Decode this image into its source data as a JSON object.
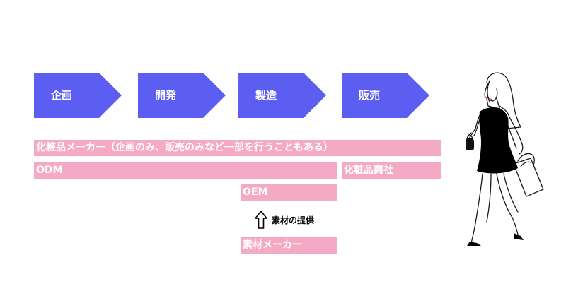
{
  "colors": {
    "stage": "#5b5ef0",
    "bar": "#f4a9c5",
    "bar_text": "#ffffff"
  },
  "stages": [
    {
      "label": "企画"
    },
    {
      "label": "開発"
    },
    {
      "label": "製造"
    },
    {
      "label": "販売"
    }
  ],
  "bars": {
    "cosmetics_maker": "化粧品メーカー（企画のみ、販売のみなど一部を行うこともある）",
    "odm": "ODM",
    "trading_company": "化粧品商社",
    "oem": "OEM",
    "material_maker": "素材メーカー"
  },
  "supply": {
    "label": "素材の提供",
    "icon": "up-arrow-icon"
  },
  "illustration": "shopping-woman-illustration"
}
